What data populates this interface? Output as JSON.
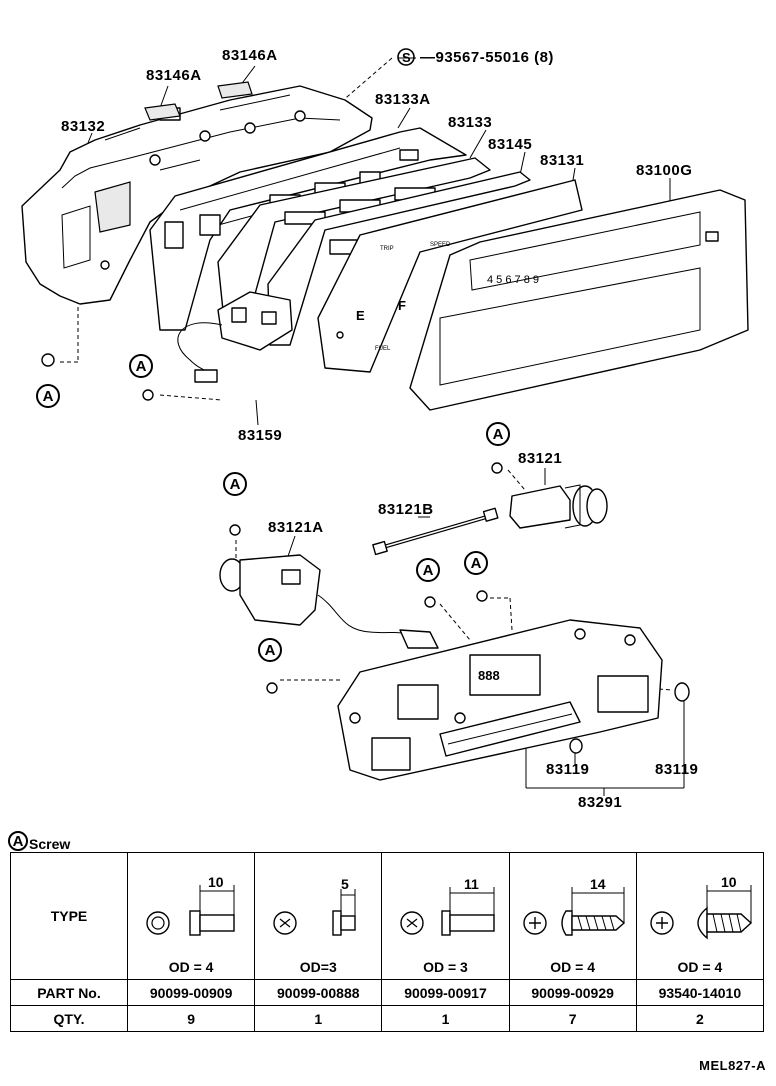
{
  "diagram": {
    "callouts": {
      "p83146A_1": "83146A",
      "p83146A_2": "83146A",
      "p83132": "83132",
      "p83133A": "83133A",
      "p83133": "83133",
      "p83145": "83145",
      "p83131": "83131",
      "p83100G": "83100G",
      "screw_ref": "93567-55016 (8)",
      "screw_ref_symbol": "S",
      "p83159": "83159",
      "p83121": "83121",
      "p83121B": "83121B",
      "p83121A": "83121A",
      "p83119_1": "83119",
      "p83119_2": "83119",
      "p83291": "83291"
    },
    "screw_marker": "A",
    "panel_text": {
      "speed": "SPEED",
      "fuel": "FUEL",
      "e": "E",
      "f": "F",
      "trip": "TRIP",
      "digits": "4 5 6 7 8 9"
    }
  },
  "legend": {
    "symbol": "A",
    "title": "Screw"
  },
  "table": {
    "type_label": "TYPE",
    "part_label": "PART No.",
    "qty_label": "QTY.",
    "columns": [
      {
        "dim": "10",
        "od": "OD = 4",
        "part": "90099-00909",
        "qty": "9",
        "kind": "flange-bolt"
      },
      {
        "dim": "5",
        "od": "OD=3",
        "part": "90099-00888",
        "qty": "1",
        "kind": "short-bolt"
      },
      {
        "dim": "11",
        "od": "OD = 3",
        "part": "90099-00917",
        "qty": "1",
        "kind": "long-bolt"
      },
      {
        "dim": "14",
        "od": "OD = 4",
        "part": "90099-00929",
        "qty": "7",
        "kind": "pan-tapping"
      },
      {
        "dim": "10",
        "od": "OD = 4",
        "part": "93540-14010",
        "qty": "2",
        "kind": "round-tapping"
      }
    ]
  },
  "drawing_code": "MEL827-A"
}
